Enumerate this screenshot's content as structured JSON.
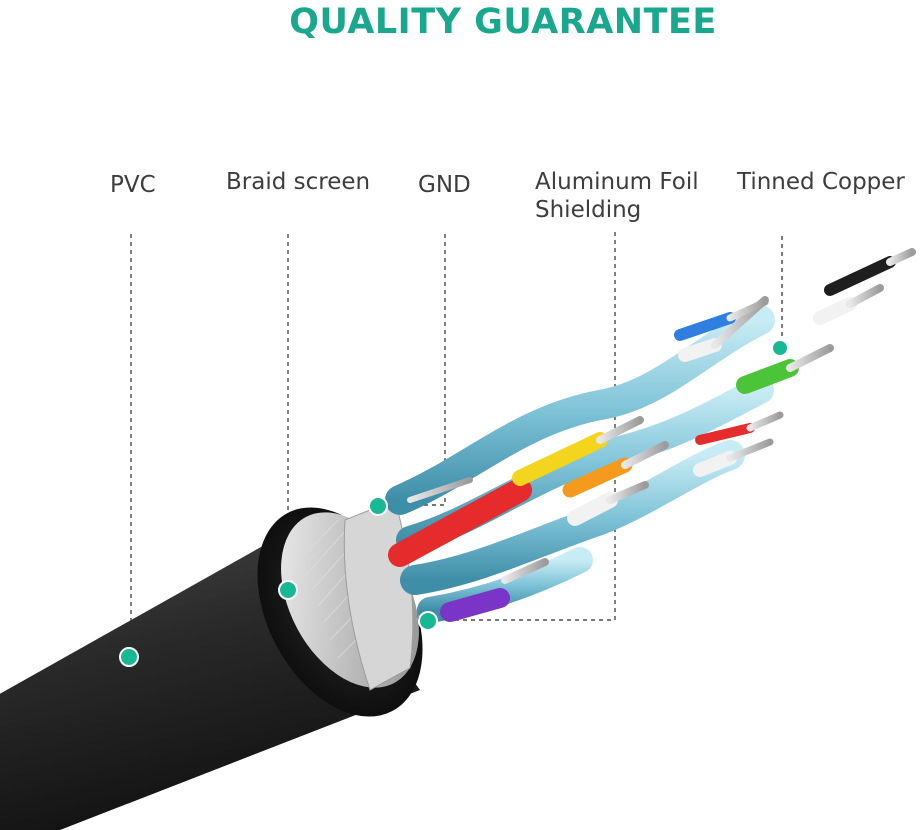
{
  "header": {
    "title": "QUALITY GUARANTEE"
  },
  "labels": {
    "pvc": "PVC",
    "braid_screen": "Braid screen",
    "gnd": "GND",
    "aluminum_foil_line1": "Aluminum Foil",
    "aluminum_foil_line2": "Shielding",
    "tinned_copper": "Tinned Copper"
  },
  "colors": {
    "accent": "#19a88e",
    "jacket": "#2b2b2b",
    "shield": "#8ecfe0",
    "wire_red": "#e52b2b",
    "wire_yellow": "#f2d51c",
    "wire_orange": "#f59a1c",
    "wire_green": "#4cc43a",
    "wire_blue": "#2f7fe0",
    "wire_purple": "#7a35c8",
    "wire_white": "#f2f2f2",
    "wire_black": "#1e1e1e"
  },
  "marker_icon": "teal-dot-marker"
}
